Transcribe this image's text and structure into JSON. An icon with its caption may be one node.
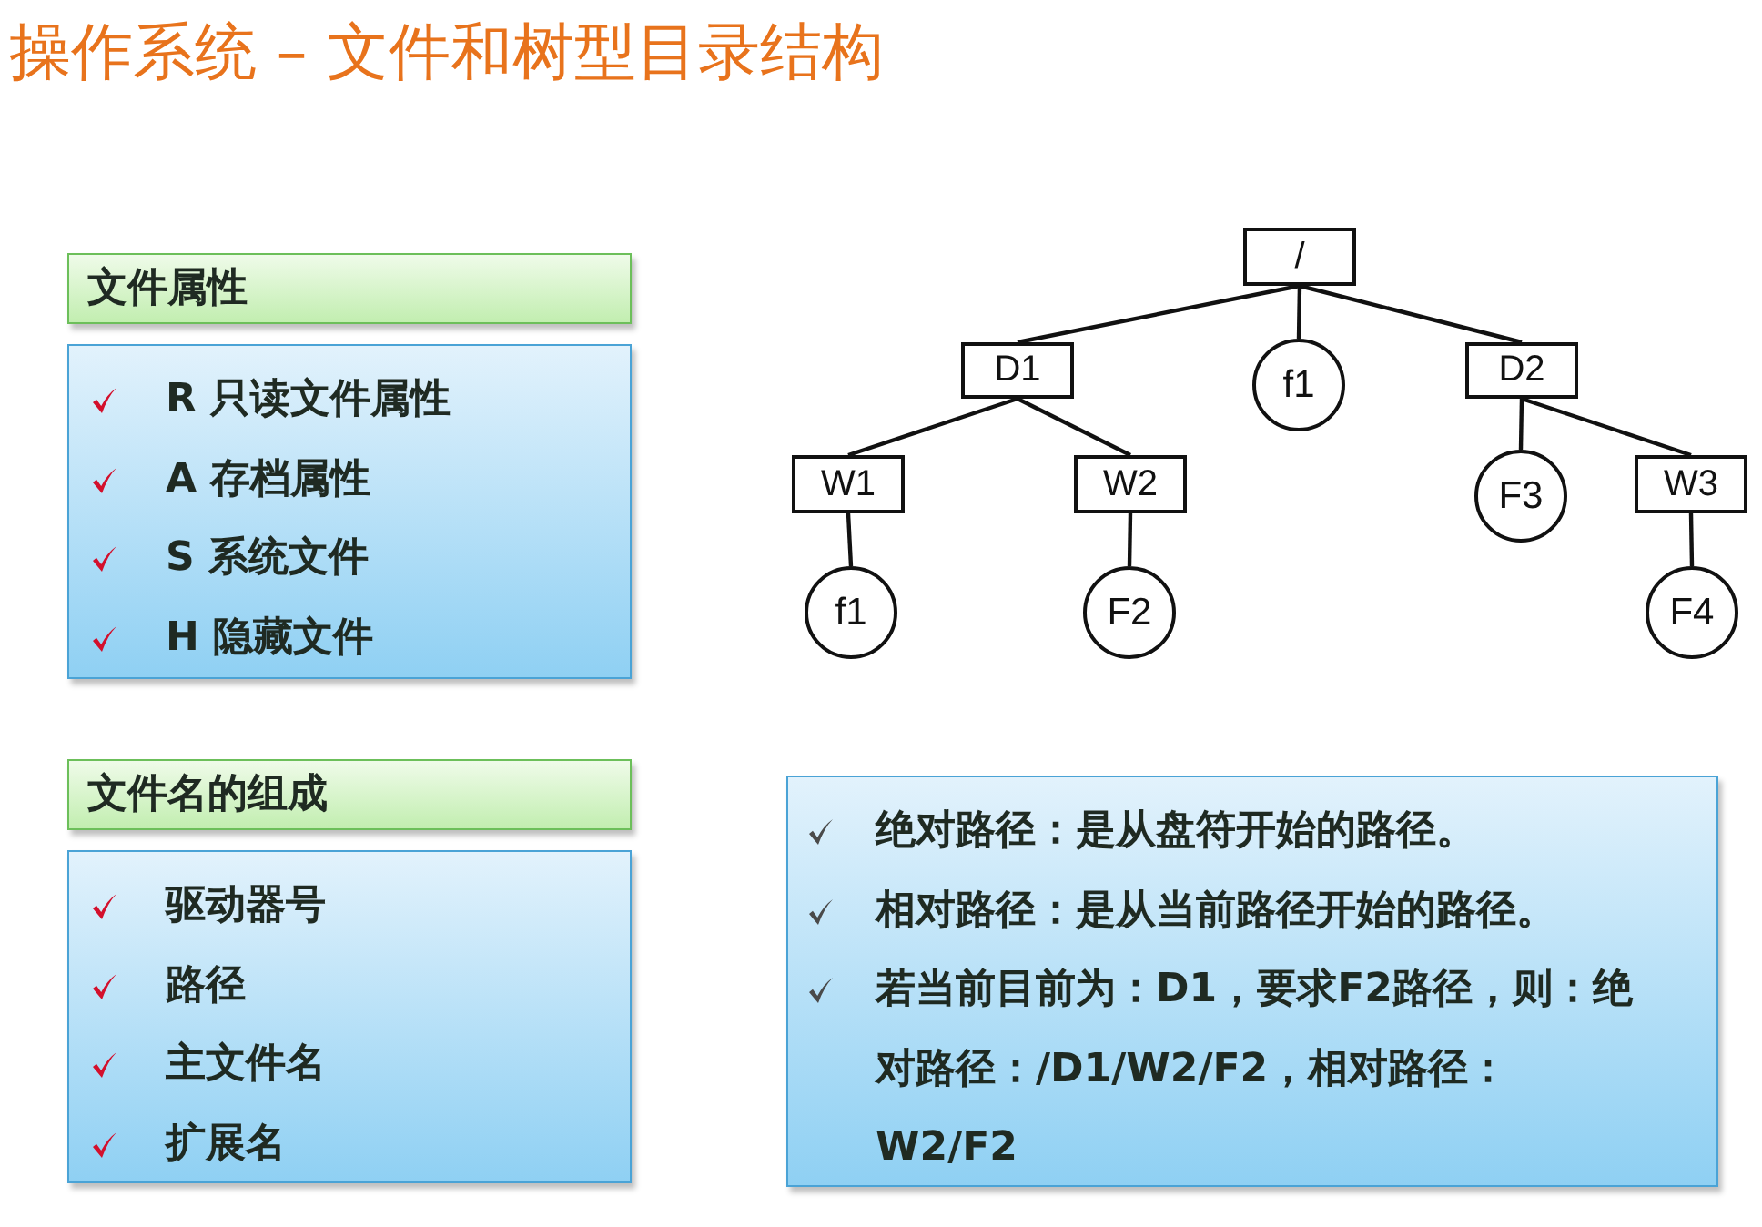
{
  "diagram": {
    "title": "操作系统 – 文件和树型目录结构",
    "nodes": [
      {
        "text": [
          "文件属性"
        ]
      },
      {
        "text": [
          "R 只读文件属性",
          "A 存档属性",
          "S 系统文件",
          "H 隐藏文件"
        ]
      },
      {
        "text": [
          "文件名的组成"
        ]
      },
      {
        "text": [
          "驱动器号",
          "路径",
          "主文件名",
          "扩展名"
        ]
      },
      {
        "text": [
          "/"
        ]
      },
      {
        "text": [
          "D1"
        ]
      },
      {
        "text": [
          "f1"
        ]
      },
      {
        "text": [
          "D2"
        ]
      },
      {
        "text": [
          "W1"
        ]
      },
      {
        "text": [
          "W2"
        ]
      },
      {
        "text": [
          "F3"
        ]
      },
      {
        "text": [
          "W3"
        ]
      },
      {
        "text": [
          "f1"
        ]
      },
      {
        "text": [
          "F2"
        ]
      },
      {
        "text": [
          "F4"
        ]
      },
      {
        "text": [
          "绝对路径：是从盘符开始的路径。",
          "相对路径：是从当前路径开始的路径。",
          "若当前目前为：D1，要求F2路径，则：绝对路径：/D1/W2/F2，相对路径：W2/F2"
        ]
      }
    ],
    "edges": [
      {
        "from": 4,
        "to": 5,
        "arrow": "none"
      },
      {
        "from": 4,
        "to": 6,
        "arrow": "none"
      },
      {
        "from": 4,
        "to": 7,
        "arrow": "none"
      },
      {
        "from": 5,
        "to": 8,
        "arrow": "none"
      },
      {
        "from": 5,
        "to": 9,
        "arrow": "none"
      },
      {
        "from": 7,
        "to": 10,
        "arrow": "none"
      },
      {
        "from": 7,
        "to": 11,
        "arrow": "none"
      },
      {
        "from": 8,
        "to": 12,
        "arrow": "none"
      },
      {
        "from": 9,
        "to": 13,
        "arrow": "none"
      },
      {
        "from": 11,
        "to": 14,
        "arrow": "none"
      }
    ]
  }
}
